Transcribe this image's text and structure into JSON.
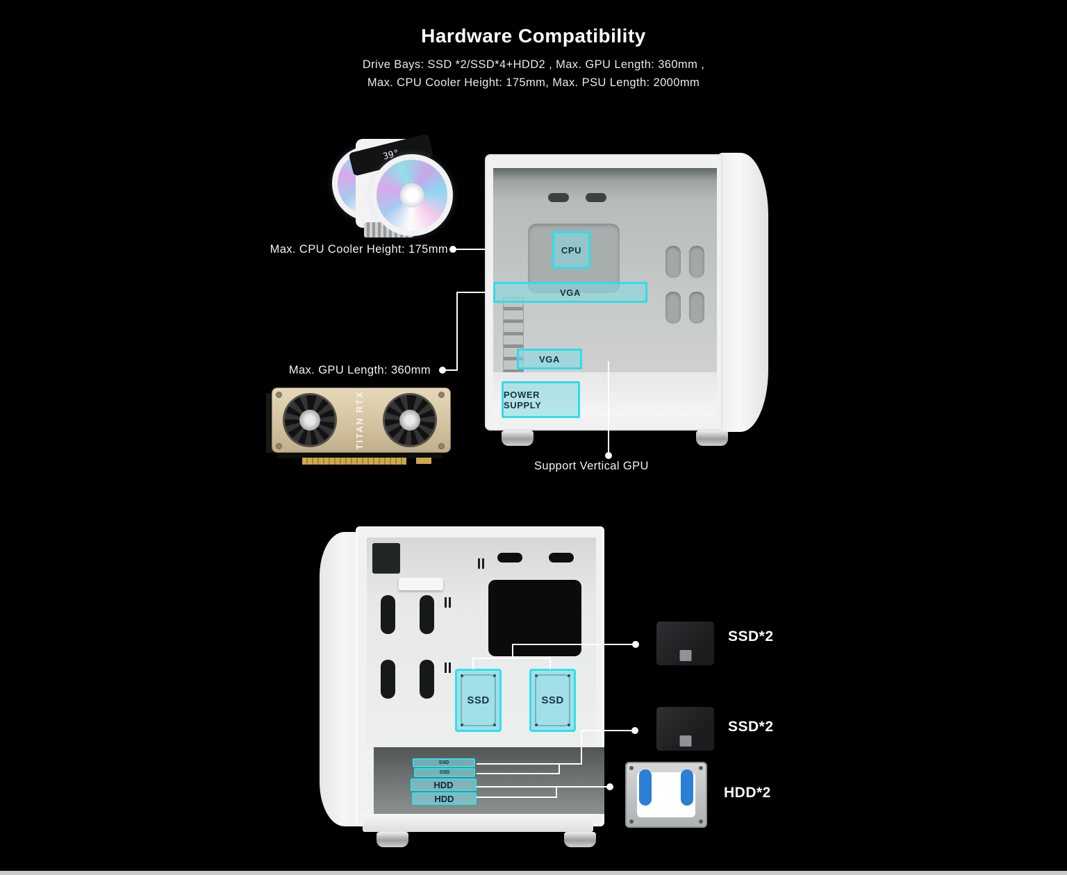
{
  "page": {
    "background": "#000000",
    "accent_cyan": "#2EDEE9",
    "footer_bar_color": "#c9c9c9"
  },
  "header": {
    "title": "Hardware Compatibility",
    "subtitle_line1": "Drive Bays: SSD *2/SSD*4+HDD2 ,   Max. GPU Length: 360mm ,",
    "subtitle_line2": "Max. CPU Cooler Height: 175mm,  Max. PSU Length: 2000mm"
  },
  "top_section": {
    "cooler": {
      "display_temp": "39°"
    },
    "gpu": {
      "brand_text": "TITAN RTX"
    },
    "labels": {
      "cpu_cooler": "Max. CPU Cooler Height: 175mm",
      "gpu_length": "Max. GPU Length: 360mm",
      "vertical_gpu": "Support Vertical GPU"
    },
    "zones": {
      "cpu": "CPU",
      "vga_horizontal": "VGA",
      "vga_vertical": "VGA",
      "power_supply": "POWER SUPPLY"
    }
  },
  "bottom_section": {
    "ssd_mounts": [
      {
        "label": "SSD"
      },
      {
        "label": "SSD"
      }
    ],
    "drive_trays": [
      {
        "label": "SSD"
      },
      {
        "label": "SSD"
      },
      {
        "label": "HDD"
      },
      {
        "label": "HDD"
      }
    ],
    "callouts": [
      {
        "label": "SSD*2"
      },
      {
        "label": "SSD*2"
      },
      {
        "label": "HDD*2"
      }
    ]
  }
}
